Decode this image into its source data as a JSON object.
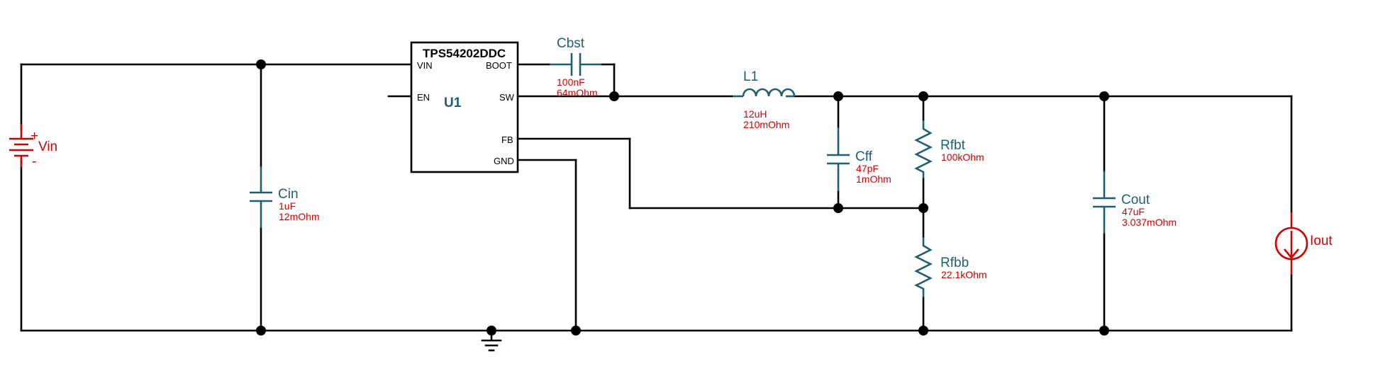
{
  "ic": {
    "part": "TPS54202DDC",
    "ref": "U1",
    "pins": {
      "vin": "VIN",
      "en": "EN",
      "boot": "BOOT",
      "sw": "SW",
      "fb": "FB",
      "gnd": "GND"
    }
  },
  "components": {
    "vin": {
      "ref": "Vin",
      "plus": "+",
      "minus": "-"
    },
    "cin": {
      "ref": "Cin",
      "value": "1uF",
      "esr": "12mOhm"
    },
    "cbst": {
      "ref": "Cbst",
      "value": "100nF",
      "esr": "64mOhm"
    },
    "l1": {
      "ref": "L1",
      "value": "12uH",
      "esr": "210mOhm"
    },
    "cff": {
      "ref": "Cff",
      "value": "47pF",
      "esr": "1mOhm"
    },
    "rfbt": {
      "ref": "Rfbt",
      "value": "100kOhm"
    },
    "rfbb": {
      "ref": "Rfbb",
      "value": "22.1kOhm"
    },
    "cout": {
      "ref": "Cout",
      "value": "47uF",
      "esr": "3.037mOhm"
    },
    "iout": {
      "ref": "Iout"
    }
  },
  "colors": {
    "wire": "#000000",
    "component": "#1f5f73",
    "source": "#d40000",
    "value_text": "#d40000"
  }
}
